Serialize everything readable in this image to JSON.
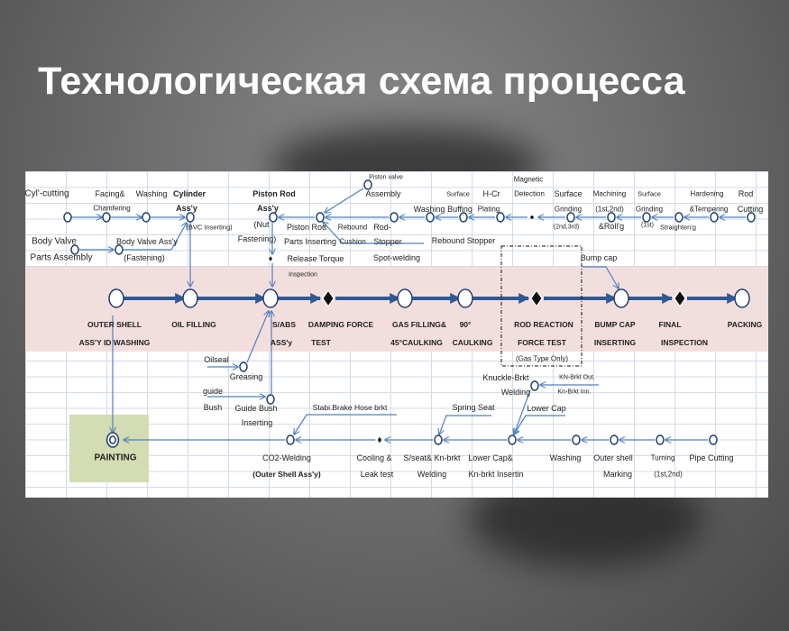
{
  "slide": {
    "title": "Технологическая схема процесса"
  },
  "colors": {
    "line": "#4f81bd",
    "band": "#f3dede",
    "painting_box": "#d3dcb2",
    "node_border": "#1f3d6b"
  },
  "diagram": {
    "labels": [
      "Cyl'-cutting",
      "Facing&",
      "Chamfering",
      "Washing",
      "Cylinder",
      "Ass'y",
      "(BVC Inserting)",
      "Body Valve",
      "Parts Assembly",
      "Body Valve Ass'y",
      "(Fastening)",
      "Piston Rod",
      "Ass'y",
      "(Nut",
      "Fastening)",
      "Piston Rod",
      "Parts  Inserting",
      "Rebound",
      "Cushion",
      "Rod-",
      "Stopper",
      "Spot-welding",
      "Piston valve",
      "Assembly",
      "Release Torque",
      "Inspection",
      "Washing",
      "Surface",
      "Buffing",
      "H-Cr",
      "Plating",
      "Magnetic",
      "Detection",
      "Surface",
      "Grinding",
      "(2nd,3rd)",
      "Machining",
      "(1st,2nd)",
      "&Roll'g",
      "Surface",
      "Grinding",
      "(1st)",
      "Straighten'g",
      "Hardening",
      "&Tempering",
      "Rod",
      "Cutting",
      "Rebound Stopper",
      "Bump cap",
      "OUTER SHELL",
      "ASS'Y ID WASHING",
      "OIL FILLING",
      "S/ABS",
      "ASS'y",
      "DAMPING FORCE",
      "TEST",
      "GAS FILLING&",
      "45°CAULKING",
      "90°",
      "CAULKING",
      "ROD REACTION",
      "FORCE TEST",
      "(Gas Type Only)",
      "BUMP CAP",
      "INSERTING",
      "FINAL",
      "INSPECTION",
      "PACKING",
      "Oilseal",
      "Greasing",
      "guide",
      "Bush",
      "Guide Bush",
      "Inserting",
      "Stabi.Brake Hose brkt",
      "PAINTING",
      "CO2-Welding",
      "(Outer Shell Ass'y)",
      "Cooling &",
      "Leak test",
      "Spring Seat",
      "Knuckle-Brkt",
      "Welding",
      "KN-Brkt Out.",
      "Kn-Brkt Inn.",
      "Lower Cap",
      "S/seat& Kn-brkt",
      "Welding",
      "Lower Cap&",
      "Kn-brkt Insertin",
      "Washing",
      "Outer shell",
      "Marking",
      "Turning",
      "(1st,2nd)",
      "Pipe Cutting"
    ]
  }
}
